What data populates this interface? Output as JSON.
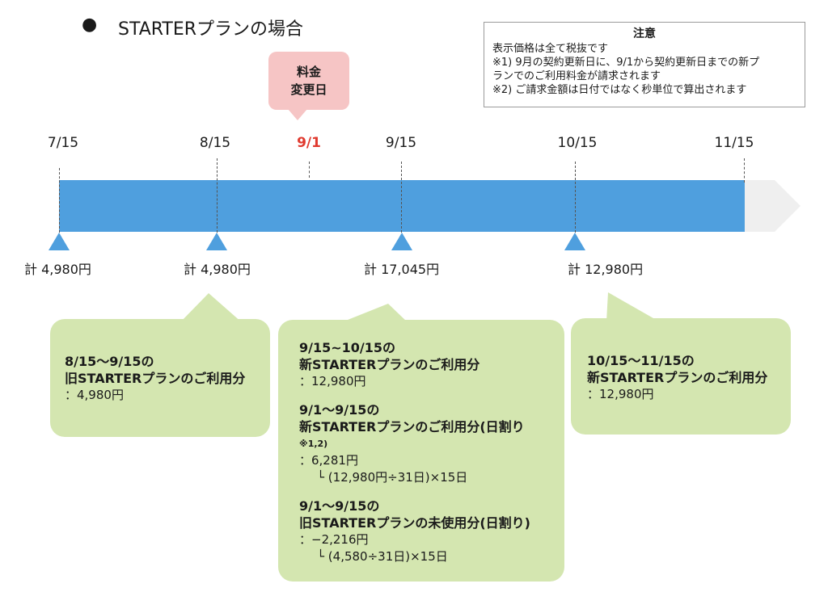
{
  "heading": {
    "bullet": "●",
    "title": "STARTERプランの場合"
  },
  "note": {
    "title": "注意",
    "lines": [
      "表示価格は全て税抜です",
      "※1) 9月の契約更新日に、9/1から契約更新日までの新プ",
      "ランでのご利用料金が請求されます",
      "※2) ご請求金額は日付ではなく秒単位で算出されます"
    ]
  },
  "change_callout": {
    "line1": "料金",
    "line2": "変更日"
  },
  "timeline": {
    "dates": [
      "7/15",
      "8/15",
      "9/1",
      "9/15",
      "10/15",
      "11/15"
    ],
    "highlight_date": "9/1",
    "colors": {
      "bar": "#4f9fde",
      "highlight": "#e03a2f",
      "bubble": "#d4e6b0",
      "callout": "#f6c5c5"
    }
  },
  "totals": [
    "計 4,980円",
    "計 4,980円",
    "計 17,045円",
    "計 12,980円"
  ],
  "bubbles": {
    "left": {
      "title1": "8/15〜9/15の",
      "title2": "旧STARTERプランのご利用分",
      "amount": "：4,980円"
    },
    "middle": {
      "s1_title1": "9/15~10/15の",
      "s1_title2": "新STARTERプランのご利用分",
      "s1_amount": "：12,980円",
      "s2_title1": "9/1〜9/15の",
      "s2_title2": "新STARTERプランのご利用分(日割り",
      "s2_note": "※1,2)",
      "s2_amount": "：6,281円",
      "s2_calc": "└ (12,980円÷31日)×15日",
      "s3_title1": "9/1〜9/15の",
      "s3_title2": "旧STARTERプランの未使用分(日割り)",
      "s3_amount": "：−2,216円",
      "s3_calc": "└ (4,580÷31日)×15日"
    },
    "right": {
      "title1": "10/15〜11/15の",
      "title2": "新STARTERプランのご利用分",
      "amount": "：12,980円"
    }
  }
}
